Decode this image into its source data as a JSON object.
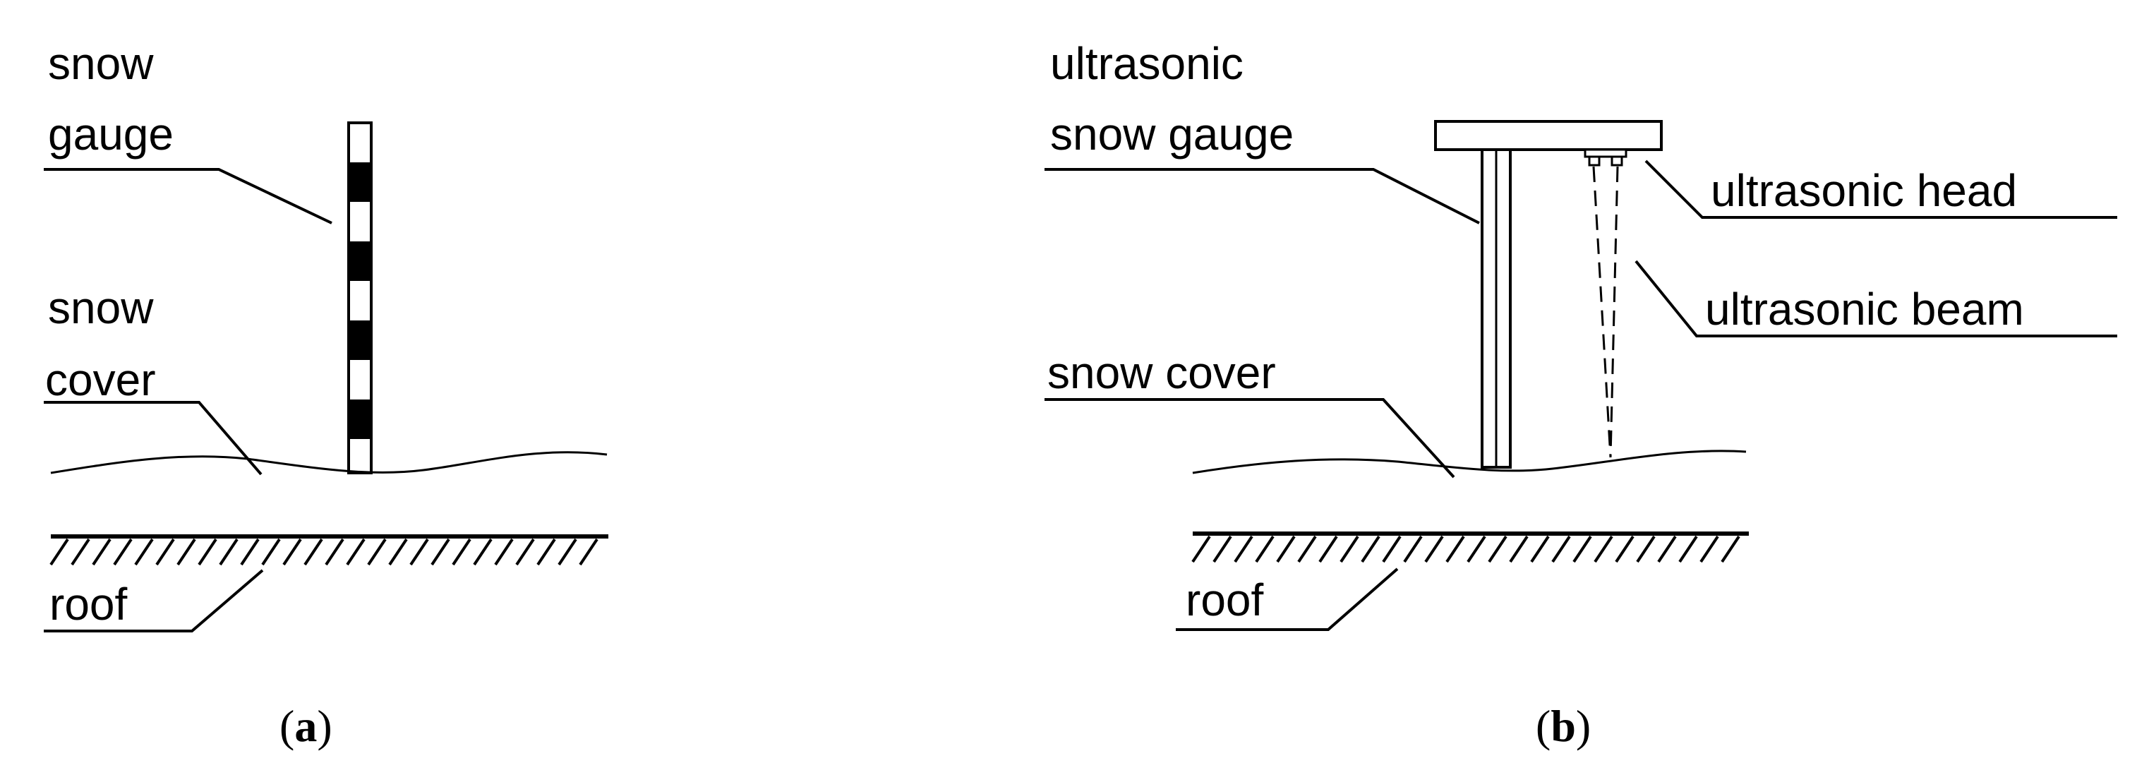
{
  "panel_a": {
    "labels": {
      "gauge_line1": "snow",
      "gauge_line2": "gauge",
      "cover_line1": "snow",
      "cover_line2": "cover",
      "roof": "roof"
    },
    "caption": {
      "open": "(",
      "letter": "a",
      "close": ")"
    }
  },
  "panel_b": {
    "labels": {
      "gauge_line1": "ultrasonic",
      "gauge_line2": "snow gauge",
      "head": "ultrasonic head",
      "beam": "ultrasonic beam",
      "cover": "snow cover",
      "roof": "roof"
    },
    "caption": {
      "open": "(",
      "letter": "b",
      "close": ")"
    }
  }
}
